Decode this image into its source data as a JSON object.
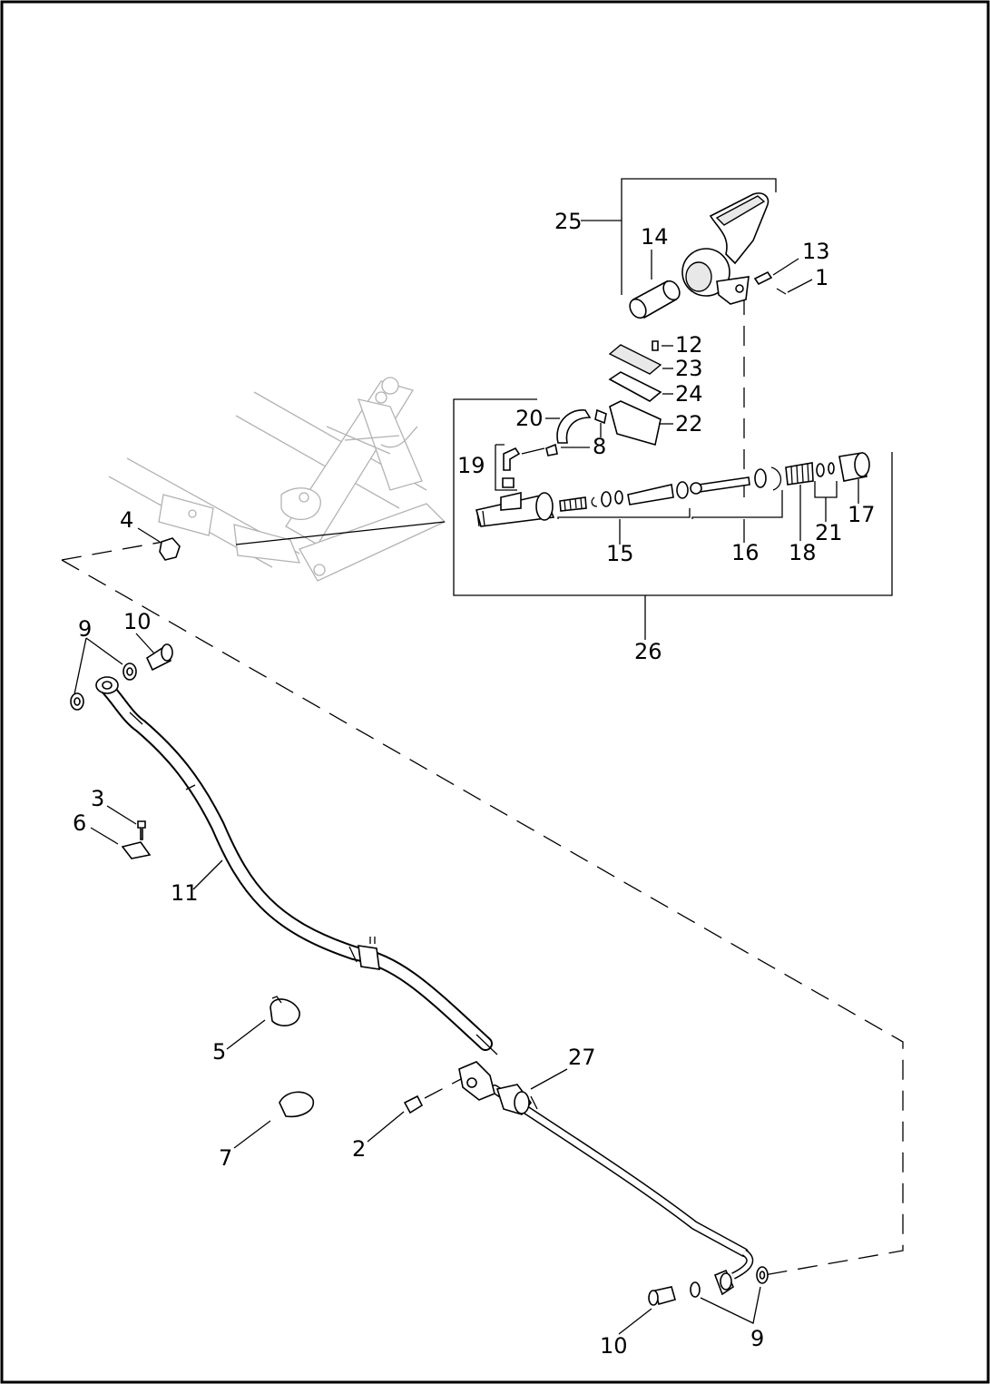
{
  "callouts": {
    "c1": "1",
    "c2": "2",
    "c3": "3",
    "c4": "4",
    "c5": "5",
    "c6": "6",
    "c7": "7",
    "c8": "8",
    "c9a": "9",
    "c9b": "9",
    "c10a": "10",
    "c10b": "10",
    "c11": "11",
    "c12": "12",
    "c13": "13",
    "c14": "14",
    "c15": "15",
    "c16": "16",
    "c17": "17",
    "c18": "18",
    "c19": "19",
    "c20": "20",
    "c21": "21",
    "c22": "22",
    "c23": "23",
    "c24": "24",
    "c25": "25",
    "c26": "26",
    "c27": "27"
  }
}
